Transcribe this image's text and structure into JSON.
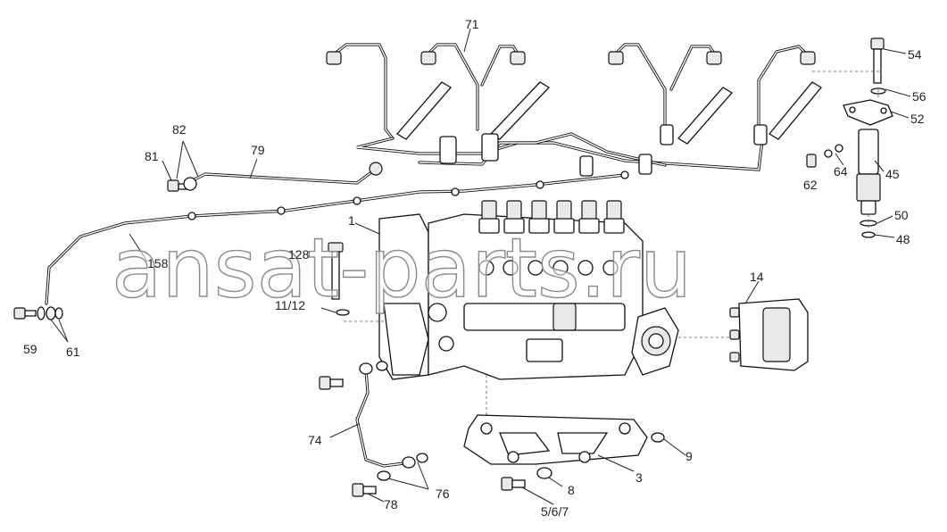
{
  "watermark": "ansat-parts.ru",
  "callouts": {
    "c71": "71",
    "c54": "54",
    "c56": "56",
    "c52": "52",
    "c82": "82",
    "c81": "81",
    "c79": "79",
    "c64": "64",
    "c45": "45",
    "c62": "62",
    "c1": "1",
    "c50": "50",
    "c48": "48",
    "c158": "158",
    "c128": "128",
    "c14": "14",
    "c11_12": "11/12",
    "c59": "59",
    "c61": "61",
    "c74": "74",
    "c9": "9",
    "c3": "3",
    "c8": "8",
    "c76": "76",
    "c78": "78",
    "c5_6_7": "5/6/7"
  }
}
